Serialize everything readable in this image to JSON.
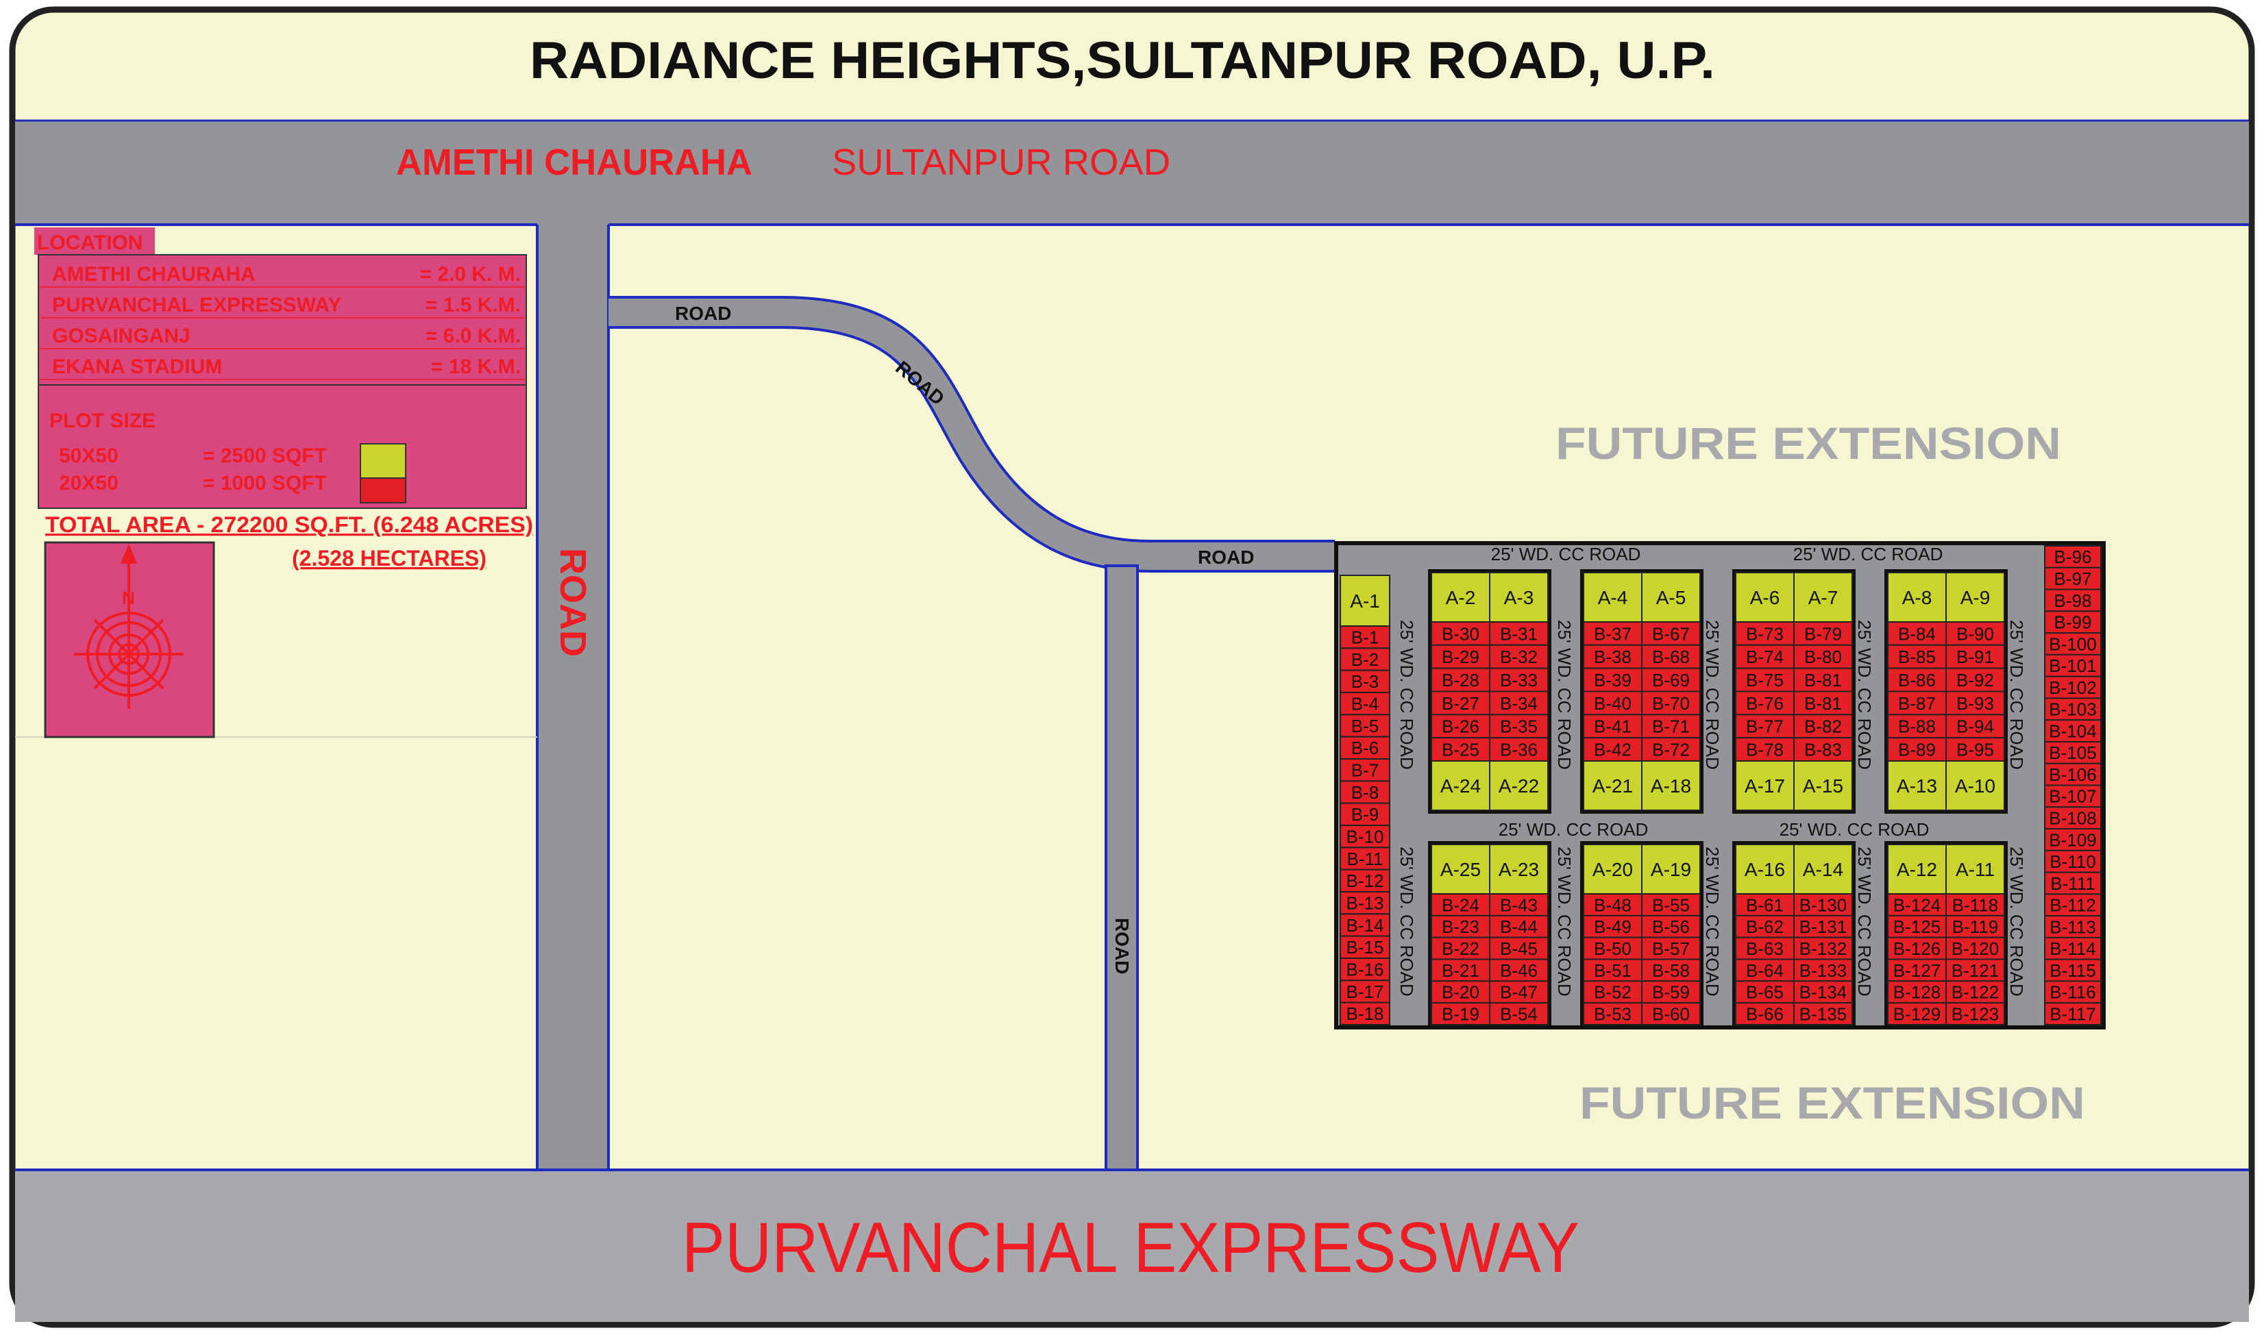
{
  "title": "RADIANCE HEIGHTS,SULTANPUR ROAD, U.P.",
  "colors": {
    "background": "#f6f6d2",
    "road": "#939598",
    "road_edge": "#1f2bbf",
    "red_text": "#ee1c25",
    "plot_large": "#c9d42c",
    "plot_small": "#e42026",
    "legend_box": "#d9477e",
    "future_text": "#a7a9ac"
  },
  "roads": {
    "top_left_label": "AMETHI CHAURAHA",
    "top_right_label": "SULTANPUR ROAD",
    "bottom_label": "PURVANCHAL EXPRESSWAY",
    "road_word": "ROAD",
    "cc_road_label": "25' WD. CC ROAD"
  },
  "future": [
    "FUTURE EXTENSION",
    "FUTURE EXTENSION"
  ],
  "legend": {
    "location_title": "LOCATION",
    "locations": [
      {
        "name": "AMETHI CHAURAHA",
        "dist": "= 2.0 K. M."
      },
      {
        "name": "PURVANCHAL EXPRESSWAY",
        "dist": "= 1.5 K.M."
      },
      {
        "name": "GOSAINGANJ",
        "dist": "= 6.0 K.M."
      },
      {
        "name": "EKANA STADIUM",
        "dist": "= 18 K.M."
      }
    ],
    "plot_size_title": "PLOT SIZE",
    "plot_sizes": [
      {
        "dims": "50X50",
        "area": "= 2500 SQFT",
        "color": "#c9d42c"
      },
      {
        "dims": "20X50",
        "area": "= 1000 SQFT",
        "color": "#e42026"
      }
    ],
    "total_area": "TOTAL AREA - 272200 SQ.FT. (6.248 ACRES)",
    "hectares": "(2.528 HECTARES)",
    "north": "N"
  },
  "plots": {
    "col1_a": "A-1",
    "col1_b": [
      "B-1",
      "B-2",
      "B-3",
      "B-4",
      "B-5",
      "B-6",
      "B-7",
      "B-8",
      "B-9",
      "B-10",
      "B-11",
      "B-12",
      "B-13",
      "B-14",
      "B-15",
      "B-16",
      "B-17",
      "B-18"
    ],
    "col_right_b": [
      "B-96",
      "B-97",
      "B-98",
      "B-99",
      "B-100",
      "B-101",
      "B-102",
      "B-103",
      "B-104",
      "B-105",
      "B-106",
      "B-107",
      "B-108",
      "B-109",
      "B-110",
      "B-111",
      "B-112",
      "B-113",
      "B-114",
      "B-115",
      "B-116",
      "B-117"
    ],
    "blocks": [
      {
        "top": [
          "A-2",
          "A-3"
        ],
        "left": [
          "B-30",
          "B-29",
          "B-28",
          "B-27",
          "B-26",
          "B-25"
        ],
        "right": [
          "B-31",
          "B-32",
          "B-33",
          "B-34",
          "B-35",
          "B-36"
        ],
        "bottom": [
          "A-24",
          "A-22"
        ]
      },
      {
        "top": [
          "A-4",
          "A-5"
        ],
        "left": [
          "B-37",
          "B-38",
          "B-39",
          "B-40",
          "B-41",
          "B-42"
        ],
        "right": [
          "B-67",
          "B-68",
          "B-69",
          "B-70",
          "B-71",
          "B-72"
        ],
        "bottom": [
          "A-21",
          "A-18"
        ]
      },
      {
        "top": [
          "A-6",
          "A-7"
        ],
        "left": [
          "B-73",
          "B-74",
          "B-75",
          "B-76",
          "B-77",
          "B-78"
        ],
        "right": [
          "B-79",
          "B-80",
          "B-81",
          "B-81",
          "B-82",
          "B-83"
        ],
        "bottom": [
          "A-17",
          "A-15"
        ]
      },
      {
        "top": [
          "A-8",
          "A-9"
        ],
        "left": [
          "B-84",
          "B-85",
          "B-86",
          "B-87",
          "B-88",
          "B-89"
        ],
        "right": [
          "B-90",
          "B-91",
          "B-92",
          "B-93",
          "B-94",
          "B-95"
        ],
        "bottom": [
          "A-13",
          "A-10"
        ]
      },
      {
        "top": [
          "A-25",
          "A-23"
        ],
        "left": [
          "B-24",
          "B-23",
          "B-22",
          "B-21",
          "B-20",
          "B-19"
        ],
        "right": [
          "B-43",
          "B-44",
          "B-45",
          "B-46",
          "B-47",
          "B-54"
        ]
      },
      {
        "top": [
          "A-20",
          "A-19"
        ],
        "left": [
          "B-48",
          "B-49",
          "B-50",
          "B-51",
          "B-52",
          "B-53"
        ],
        "right": [
          "B-55",
          "B-56",
          "B-57",
          "B-58",
          "B-59",
          "B-60"
        ]
      },
      {
        "top": [
          "A-16",
          "A-14"
        ],
        "left": [
          "B-61",
          "B-62",
          "B-63",
          "B-64",
          "B-65",
          "B-66"
        ],
        "right": [
          "B-130",
          "B-131",
          "B-132",
          "B-133",
          "B-134",
          "B-135"
        ]
      },
      {
        "top": [
          "A-12",
          "A-11"
        ],
        "left": [
          "B-124",
          "B-125",
          "B-126",
          "B-127",
          "B-128",
          "B-129"
        ],
        "right": [
          "B-118",
          "B-119",
          "B-120",
          "B-121",
          "B-122",
          "B-123"
        ]
      }
    ]
  }
}
